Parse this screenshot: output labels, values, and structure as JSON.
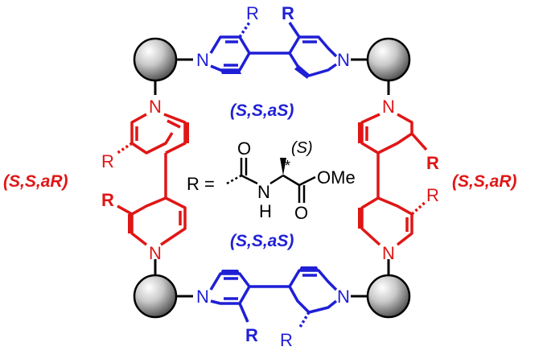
{
  "colors": {
    "blue": "#1f1fd6",
    "red": "#e01616",
    "black": "#000000"
  },
  "labels": {
    "top_center": "(S,S,aS)",
    "bottom_center": "(S,S,aS)",
    "left": "(S,S,aR)",
    "right": "(S,S,aR)"
  },
  "atoms": {
    "n": "N",
    "r": "R"
  },
  "r_group": {
    "r_eq": "R =",
    "carbonyl_o": "O",
    "amide_n": "N",
    "amide_h": "H",
    "star": "*",
    "stereo": "(S)",
    "ester_o": "O",
    "ome": "OMe"
  }
}
